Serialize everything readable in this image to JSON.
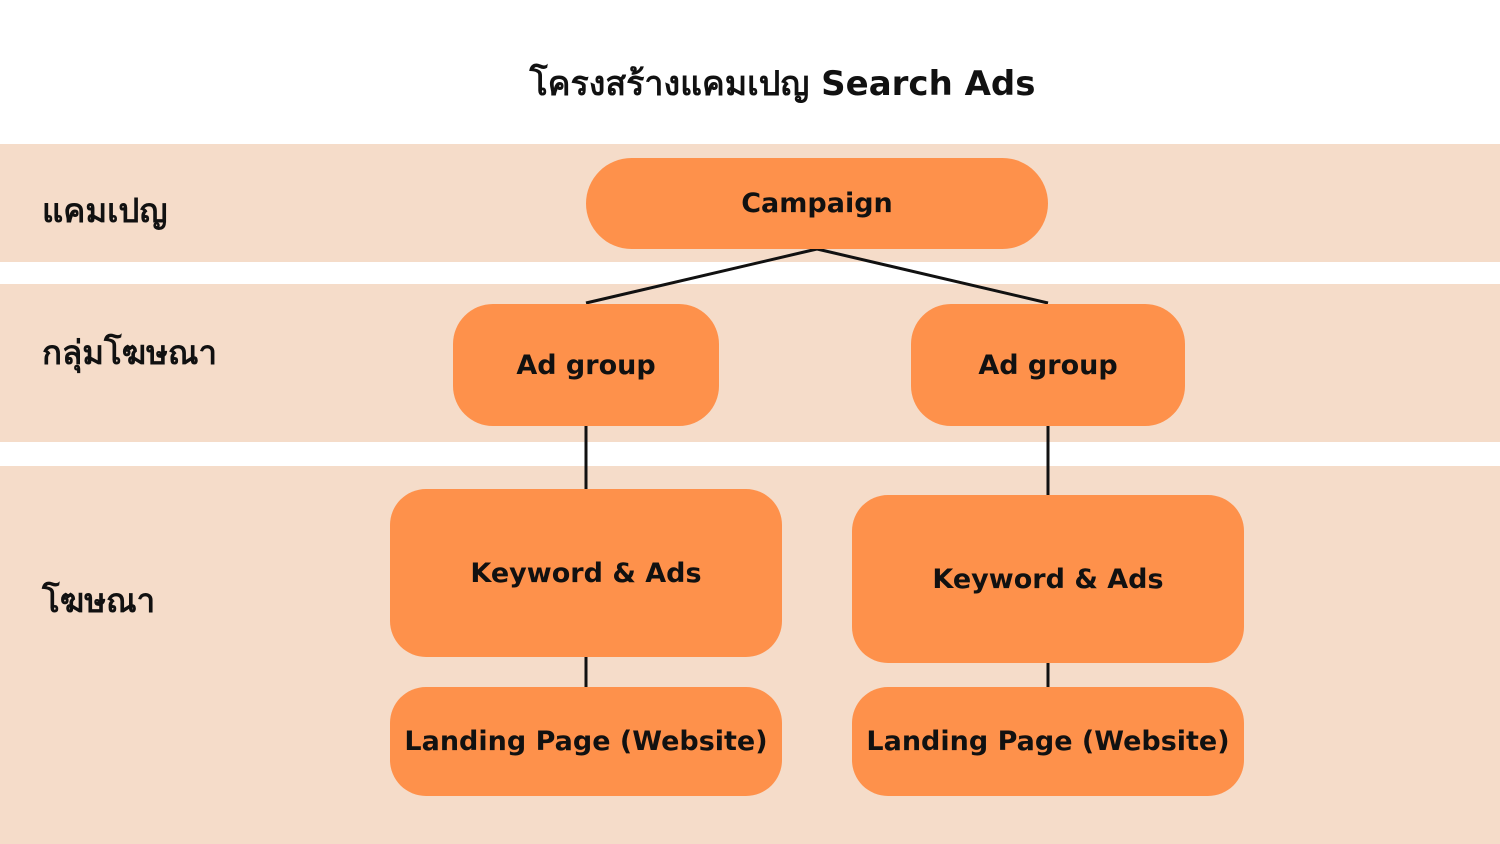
{
  "title": "โครงสร้างแคมเปญ Search Ads",
  "colors": {
    "band": "#f5dcc9",
    "node": "#fe914b",
    "line": "#111111"
  },
  "levels": {
    "campaign": "แคมเปญ",
    "ad_group": "กลุ่มโฆษณา",
    "ads": "โฆษณา"
  },
  "nodes": {
    "campaign": "Campaign",
    "ad_group_left": "Ad group",
    "ad_group_right": "Ad group",
    "keyword_ads_left": "Keyword & Ads",
    "keyword_ads_right": "Keyword & Ads",
    "landing_left": "Landing Page (Website)",
    "landing_right": "Landing Page (Website)"
  }
}
